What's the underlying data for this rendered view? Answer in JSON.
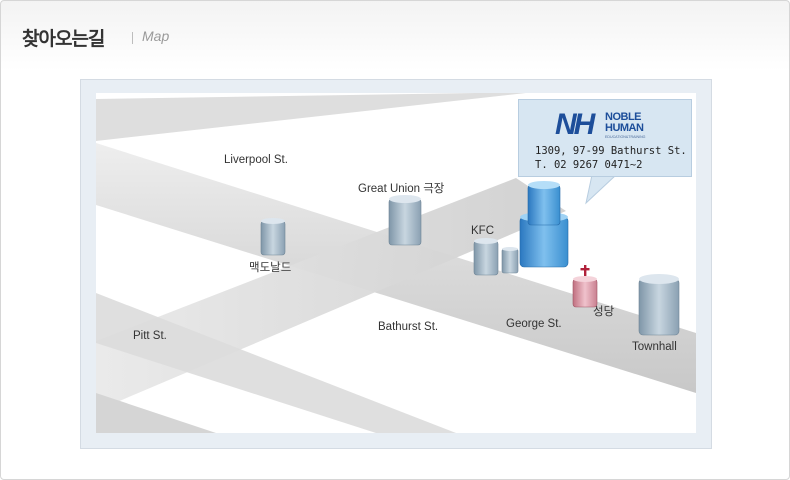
{
  "header": {
    "title": "찾아오는길",
    "subtitle": "Map"
  },
  "map": {
    "streets": {
      "liverpool": "Liverpool St.",
      "pitt": "Pitt St.",
      "bathurst": "Bathurst St.",
      "george": "George St."
    },
    "landmarks": {
      "great_union": "Great Union 극장",
      "kfc": "KFC",
      "mcdonalds": "맥도날드",
      "cathedral": "성당",
      "townhall": "Townhall"
    }
  },
  "info_box": {
    "logo_mark": "NH",
    "logo_line1": "NOBLE",
    "logo_line2": "HUMAN",
    "logo_tagline": "EDUCATION&TRAINING",
    "address": "1309, 97-99 Bathurst St.",
    "phone": "T.  02 9267 0471~2"
  },
  "colors": {
    "brand": "#1d4e9a",
    "road": "#cccccc",
    "box_bg": "#d7e6f2",
    "building_blue": "#3a8fd0"
  }
}
